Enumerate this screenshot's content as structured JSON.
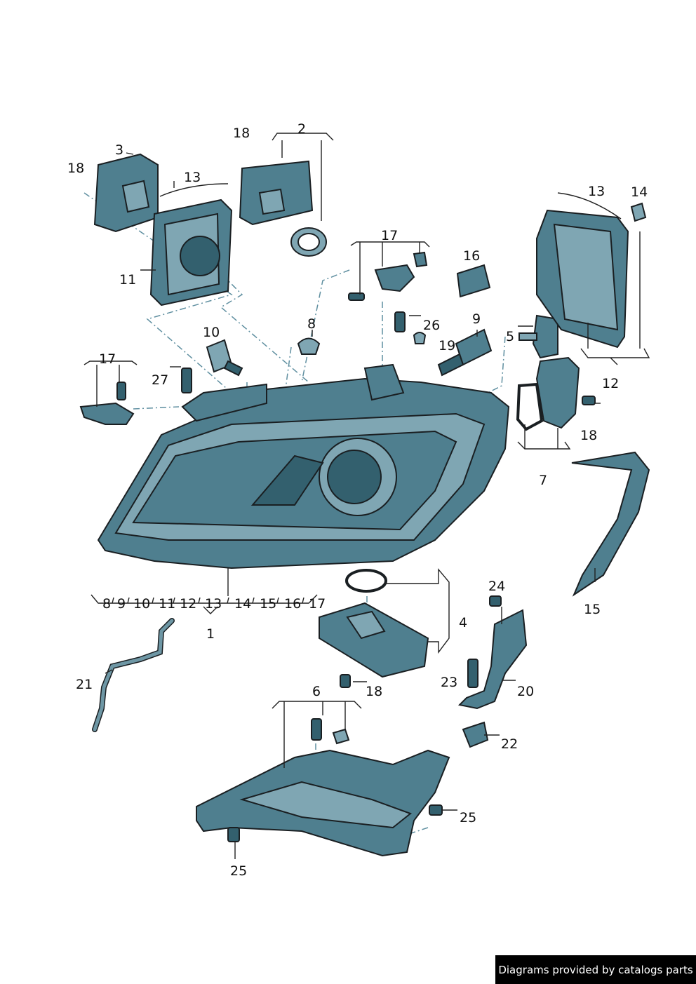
{
  "callouts": {
    "c1": "1",
    "c2": "2",
    "c3": "3",
    "c4": "4",
    "c5": "5",
    "c6": "6",
    "c7": "7",
    "c8": "8",
    "c9": "9",
    "c10": "10",
    "c11": "11",
    "c12": "12",
    "c13a": "13",
    "c13b": "13",
    "c14": "14",
    "c15": "15",
    "c16": "16",
    "c17a": "17",
    "c17b": "17",
    "c18a": "18",
    "c18b": "18",
    "c18c": "18",
    "c18d": "18",
    "c19": "19",
    "c20": "20",
    "c21": "21",
    "c22": "22",
    "c23": "23",
    "c24": "24",
    "c25a": "25",
    "c25b": "25",
    "c26": "26",
    "c27": "27"
  },
  "headlamp_group_list": [
    "8",
    "9",
    "10",
    "11",
    "12",
    "13",
    "14",
    "15",
    "16",
    "17"
  ],
  "footer": {
    "credit": "Diagrams provided by catalogs parts"
  },
  "colors": {
    "part_fill": "#4f7f8f",
    "part_light": "#7fa6b3",
    "leader": "#222222",
    "dash": "#5f8fa0"
  }
}
